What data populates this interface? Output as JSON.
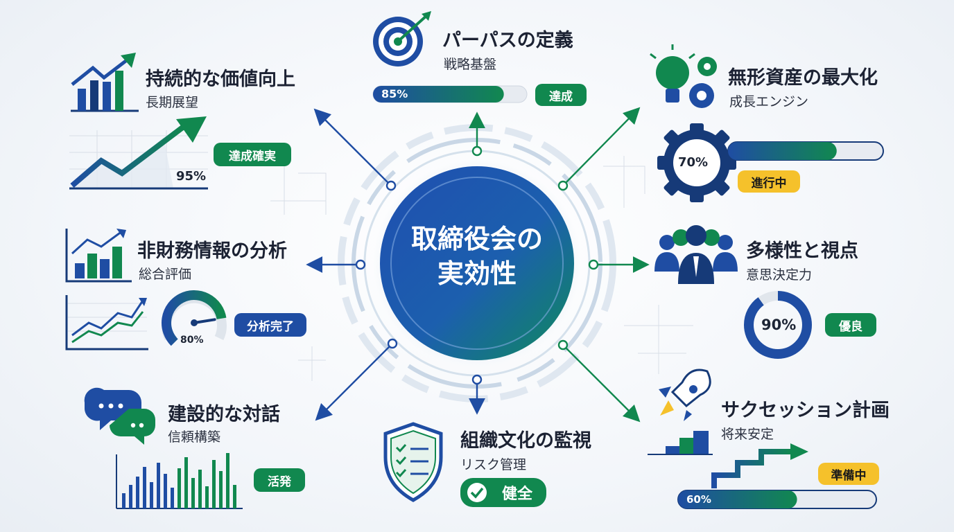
{
  "center": {
    "line1": "取締役会の",
    "line2": "実効性"
  },
  "nodes": {
    "purpose": {
      "title": "パーパスの定義",
      "subtitle": "戦略基盤",
      "badge": "達成",
      "value": "85%",
      "progress": 0.85
    },
    "intangible": {
      "title": "無形資産の最大化",
      "subtitle": "成長エンジン",
      "badge": "進行中",
      "value": "70%",
      "progress": 0.7
    },
    "diversity": {
      "title": "多様性と視点",
      "subtitle": "意思決定力",
      "badge": "優良",
      "value": "90%",
      "progress": 0.9
    },
    "succession": {
      "title": "サクセッション計画",
      "subtitle": "将来安定",
      "badge": "準備中",
      "value": "60%",
      "progress": 0.6
    },
    "culture": {
      "title": "組織文化の監視",
      "subtitle": "リスク管理",
      "badge": "健全"
    },
    "dialogue": {
      "title": "建設的な対話",
      "subtitle": "信頼構築",
      "badge": "活発"
    },
    "nonfinancial": {
      "title": "非財務情報の分析",
      "subtitle": "総合評価",
      "badge": "分析完了",
      "value": "80%",
      "progress": 0.8
    },
    "sustainable": {
      "title": "持続的な価値向上",
      "subtitle": "長期展望",
      "badge": "達成確実",
      "value": "95%"
    }
  },
  "colors": {
    "blue": "#1f4da3",
    "green": "#11884f",
    "yellow": "#f5c12b",
    "navy": "#163a78"
  },
  "icons": {
    "purpose": "target-icon",
    "intangible": "lightbulb-gears-icon",
    "diversity": "people-group-icon",
    "succession": "rocket-icon",
    "culture": "shield-checklist-icon",
    "dialogue": "chat-bubbles-icon",
    "nonfinancial": "bar-chart-icon",
    "sustainable": "growth-chart-icon"
  }
}
